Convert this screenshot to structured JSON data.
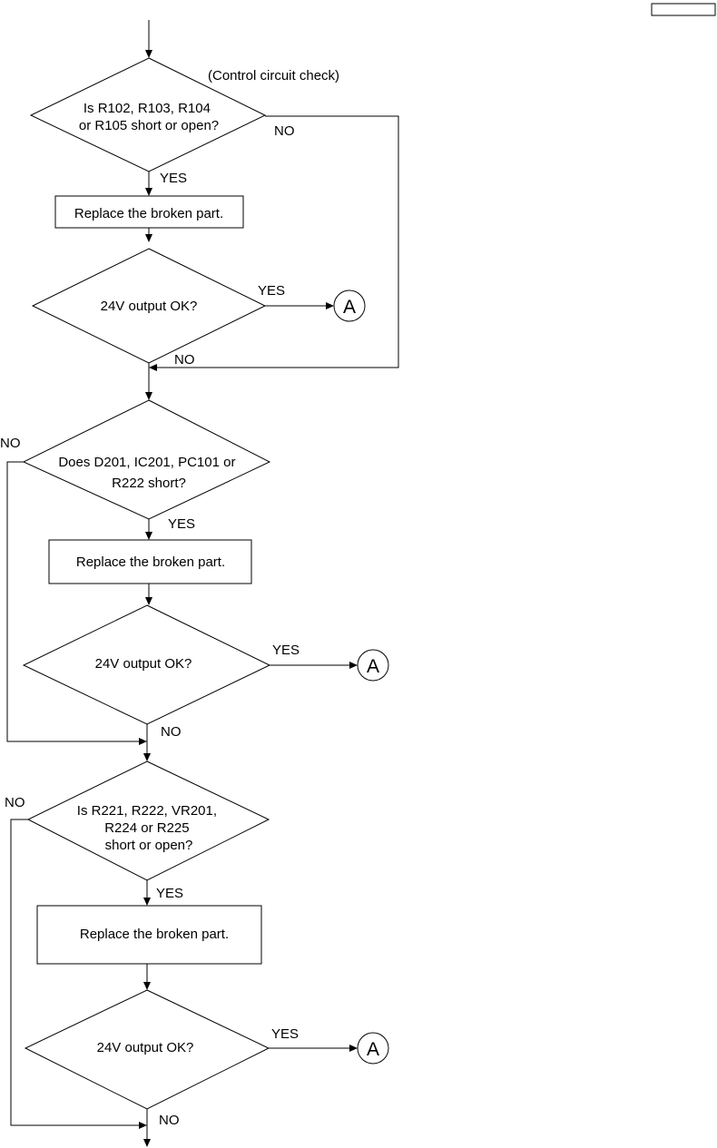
{
  "header_box_text": "",
  "section_label": "(Control circuit check)",
  "decisions": [
    {
      "lines": [
        "Is R102, R103, R104",
        "or R105 short or open?"
      ]
    },
    {
      "lines": [
        "24V output OK?"
      ]
    },
    {
      "lines": [
        "Does D201, IC201, PC101 or",
        "R222 short?"
      ]
    },
    {
      "lines": [
        "24V output OK?"
      ]
    },
    {
      "lines": [
        "Is R221, R222, VR201,",
        "R224 or R225",
        "short or open?"
      ]
    },
    {
      "lines": [
        "24V output OK?"
      ]
    }
  ],
  "processes": [
    {
      "label": "Replace the broken part."
    },
    {
      "label": "Replace the broken part."
    },
    {
      "label": "Replace the broken part."
    }
  ],
  "connector_label": "A",
  "branch_labels": {
    "yes": "YES",
    "no": "NO"
  }
}
